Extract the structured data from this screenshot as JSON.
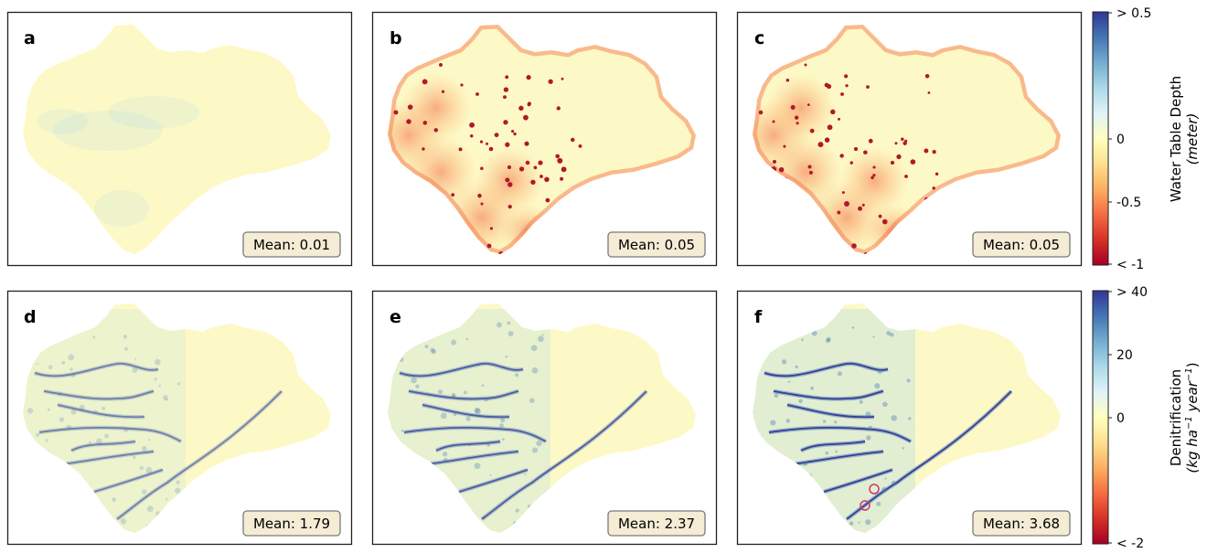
{
  "chart_data": [
    {
      "type": "heatmap",
      "description_role": "spatial map panels with shared colorbar",
      "colorbar": {
        "label": "Water Table Depth",
        "unit": "meter",
        "ticks": [
          "> 0.5",
          "0",
          "-0.5",
          "< -1"
        ],
        "range": [
          -1,
          0.5
        ],
        "colormap": "RdYlBu"
      },
      "panels": [
        {
          "letter": "a",
          "mean": "Mean: 0.01",
          "mean_value": 0.01,
          "style": "uniform"
        },
        {
          "letter": "b",
          "mean": "Mean: 0.05",
          "mean_value": 0.05,
          "style": "drawdown"
        },
        {
          "letter": "c",
          "mean": "Mean: 0.05",
          "mean_value": 0.05,
          "style": "drawdown"
        }
      ]
    },
    {
      "type": "heatmap",
      "description_role": "spatial map panels with shared colorbar",
      "colorbar": {
        "label": "Denitrification",
        "unit_parts": [
          "kg ha",
          "−1",
          " year",
          "−1"
        ],
        "ticks": [
          "> 40",
          "20",
          "0",
          "< -2"
        ],
        "range": [
          -2,
          40
        ],
        "colormap": "RdYlBu"
      },
      "panels": [
        {
          "letter": "d",
          "mean": "Mean: 1.79",
          "mean_value": 1.79,
          "style": "streams-light"
        },
        {
          "letter": "e",
          "mean": "Mean: 2.37",
          "mean_value": 2.37,
          "style": "streams-medium"
        },
        {
          "letter": "f",
          "mean": "Mean: 3.68",
          "mean_value": 3.68,
          "style": "streams-strong"
        }
      ]
    }
  ],
  "colors": {
    "background_cream": "#fdf9c6",
    "box_fill": "#f5ecd6",
    "box_edge": "#7a7a7a",
    "dark_red": "#b2182b",
    "orange": "#f46d43",
    "light_orange": "#fdae61",
    "light_blue": "#abd9e9",
    "mid_blue": "#4575b4",
    "dark_blue": "#313695"
  }
}
